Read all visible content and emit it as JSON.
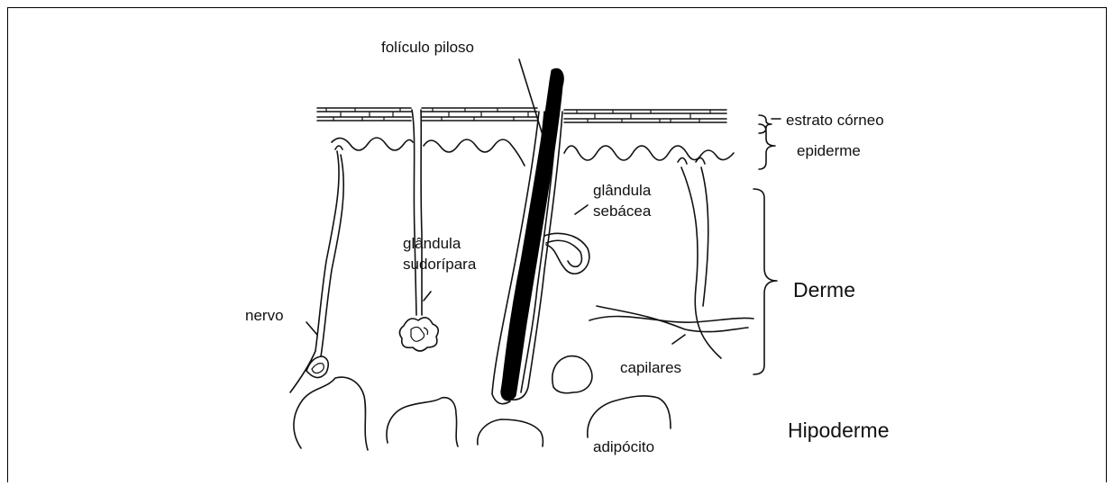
{
  "labels": {
    "hair_follicle": "folículo piloso",
    "stratum_corneum": "estrato córneo",
    "epidermis": "epiderme",
    "sebaceous_gland_line1": "glândula",
    "sebaceous_gland_line2": "sebácea",
    "sweat_gland_line1": "glândula",
    "sweat_gland_line2": "sudorípara",
    "dermis": "Derme",
    "nerve": "nervo",
    "capillaries": "capilares",
    "hypodermis": "Hipoderme",
    "adipocyte": "adipócito"
  }
}
